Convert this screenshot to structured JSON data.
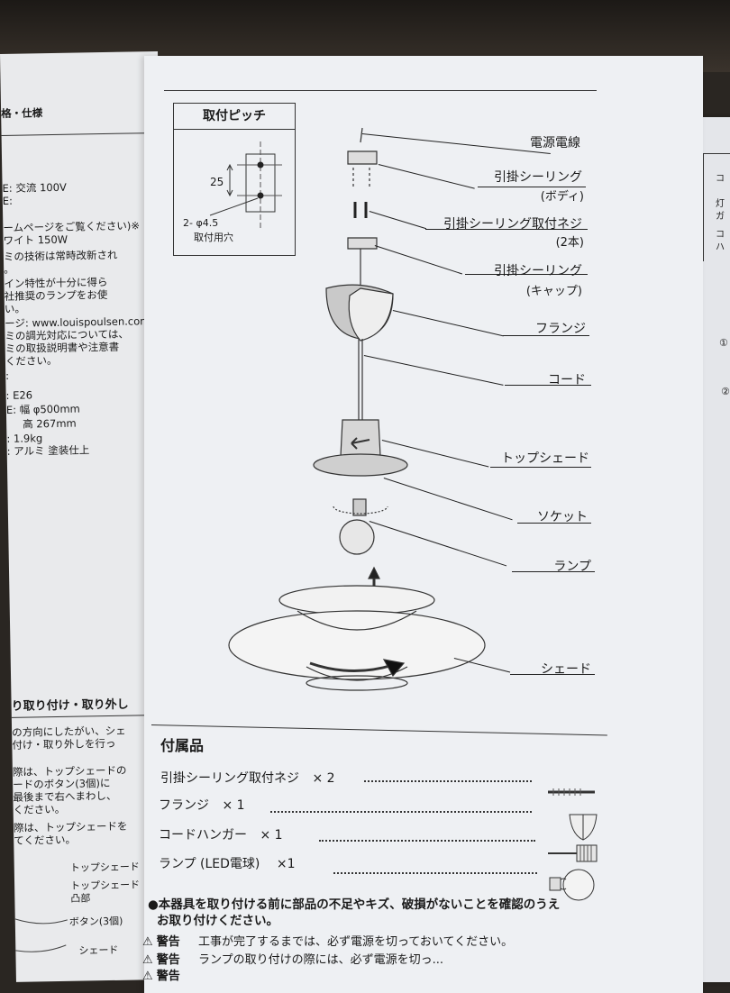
{
  "left_col": {
    "title": "格・仕様",
    "lines": [
      "E: 交流 100V",
      "E:",
      "ームページをご覧ください)※",
      "ワイト 150W",
      "ミの技術は常時改新され",
      "。",
      "イン特性が十分に得ら",
      "社推奨のランプをお使",
      "い。",
      "ージ: www.louispoulsen.com",
      "ミの調光対応については、",
      "ミの取扱説明書や注意書",
      "ください。",
      ":",
      ": E26",
      "E: 幅    φ500mm",
      "高       267mm",
      ": 1.9kg",
      ": アルミ 塗装仕上"
    ],
    "section_title": "り取り付け・取り外し",
    "section_lines": [
      "の方向にしたがい、シェ",
      "付け・取り外しを行っ",
      "際は、トップシェードの",
      "ードのボタン(3個)に",
      "最後まで右へまわし、",
      "ください。",
      "際は、トップシェードを",
      "てください。"
    ],
    "mini_labels": [
      "トップシェード",
      "トップシェード",
      "凸部",
      "ボタン(3個)",
      "シェード"
    ]
  },
  "pitch_box": {
    "title": "取付ピッチ",
    "dim": "25",
    "hole_note": "2- φ4.5",
    "hole_label": "取付用穴"
  },
  "parts": [
    {
      "label": "電源電線"
    },
    {
      "label": "引掛シーリング"
    },
    {
      "label": "(ボディ)"
    },
    {
      "label": "引掛シーリング取付ネジ"
    },
    {
      "label": "(2本)"
    },
    {
      "label": "引掛シーリング"
    },
    {
      "label": "(キャップ)"
    },
    {
      "label": "フランジ"
    },
    {
      "label": "コード"
    },
    {
      "label": "トップシェード"
    },
    {
      "label": "ソケット"
    },
    {
      "label": "ランプ"
    },
    {
      "label": "シェード"
    }
  ],
  "accessories": {
    "title": "付属品",
    "items": [
      {
        "name": "引掛シーリング取付ネジ",
        "qty": "× 2"
      },
      {
        "name": "フランジ",
        "qty": "× 1"
      },
      {
        "name": "コードハンガー",
        "qty": "× 1"
      },
      {
        "name": "ランプ (LED電球)",
        "qty": "×1"
      }
    ]
  },
  "notice": {
    "line1": "●本器具を取り付ける前に部品の不足やキズ、破損がないことを確認のうえ",
    "line2": "お取り付けください。",
    "warnings": [
      {
        "tag": "警告",
        "text": "工事が完了するまでは、必ず電源を切っておいてください。"
      },
      {
        "tag": "警告",
        "text": "ランプの取り付けの際には、必ず電源を切っ..."
      },
      {
        "tag": "警告",
        "text": ""
      }
    ]
  },
  "right_strip": {
    "lines": [
      "コ",
      "灯",
      "ガ",
      "コ",
      "ハ",
      "①",
      "②"
    ]
  }
}
